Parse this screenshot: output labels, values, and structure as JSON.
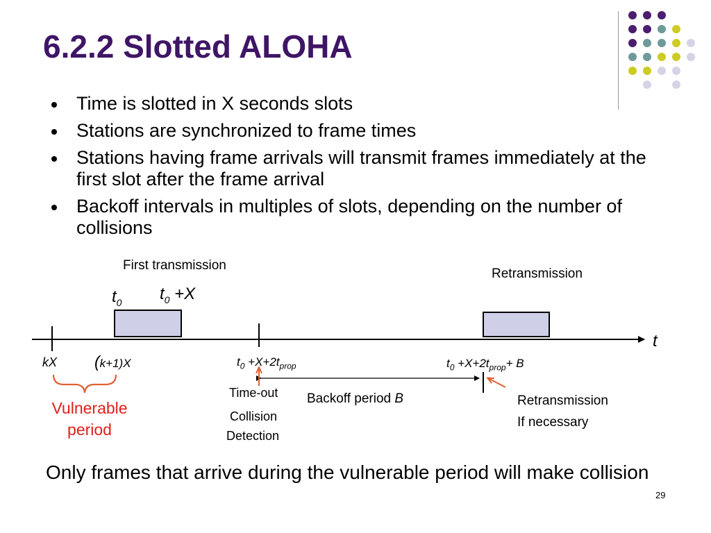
{
  "title": "6.2.2 Slotted ALOHA",
  "bullets": [
    "Time is slotted in X seconds slots",
    "Stations are synchronized to frame times",
    "Stations having frame arrivals will transmit frames immediately at the first slot after the frame arrival",
    "Backoff intervals in multiples of slots, depending on the number of collisions"
  ],
  "diagram": {
    "first_transmission": "First transmission",
    "retransmission": "Retransmission",
    "t0_var": "t",
    "t0_sub": "0",
    "t0x_plus": " +X",
    "axis_t": "t",
    "kx": "kX",
    "k1x_paren": "(",
    "k1x_rest": "k+1)X",
    "timeout_pre": " +X+2t",
    "prop_sub": "prop",
    "retx_tail": "+ B",
    "timeout": "Time-out",
    "collision": "Collision",
    "detection": "Detection",
    "backoff_text": "Backoff period ",
    "backoff_var": "B",
    "retx_if_line1": "Retransmission",
    "retx_if_line2": "If necessary",
    "vulnerable_line1": "Vulnerable",
    "vulnerable_line2": "period"
  },
  "conclusion": "Only frames that arrive during the vulnerable period will make collision",
  "page_number": "29",
  "colors": {
    "title": "#3f1566",
    "frame_box": "#cfcfe8",
    "red": "#e0201b",
    "arrow_orange": "#e06030",
    "dot_purple": "#4b1e6e",
    "dot_teal": "#6e9a9a",
    "dot_yellow": "#cccc22",
    "dot_lavender": "#d4d4e6"
  }
}
